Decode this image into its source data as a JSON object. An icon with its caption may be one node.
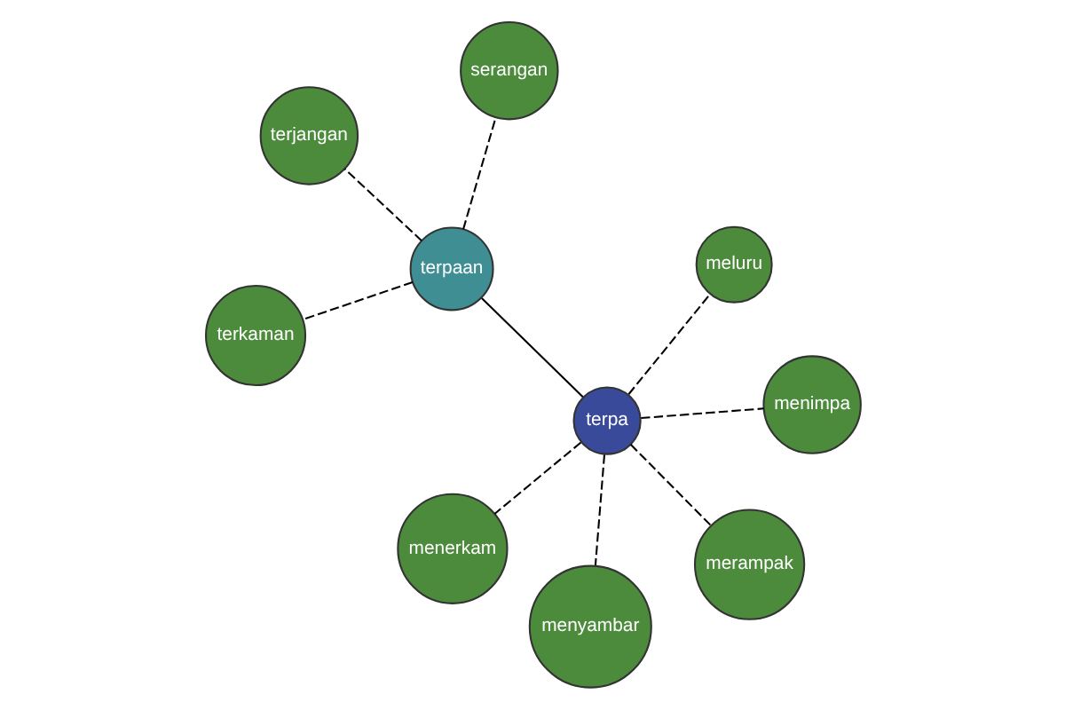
{
  "diagram": {
    "nodes": [
      {
        "text": [
          "menerkam"
        ]
      },
      {
        "text": [
          "serangan"
        ]
      },
      {
        "text": [
          "menyambar"
        ]
      },
      {
        "text": [
          "terpaan"
        ]
      },
      {
        "text": [
          "terpa"
        ]
      },
      {
        "text": [
          "meluru"
        ]
      },
      {
        "text": [
          "terjangan"
        ]
      },
      {
        "text": [
          "menimpa"
        ]
      },
      {
        "text": [
          "terkaman"
        ]
      },
      {
        "text": [
          "merampak"
        ]
      }
    ],
    "edges": [
      {
        "from": 3,
        "to": 4,
        "arrow": "none"
      },
      {
        "from": 4,
        "to": 0,
        "arrow": "none",
        "style": "dashed"
      },
      {
        "from": 4,
        "to": 2,
        "arrow": "none",
        "style": "dashed"
      },
      {
        "from": 4,
        "to": 5,
        "arrow": "none",
        "style": "dashed"
      },
      {
        "from": 4,
        "to": 7,
        "arrow": "none",
        "style": "dashed"
      },
      {
        "from": 4,
        "to": 9,
        "arrow": "none",
        "style": "dashed"
      },
      {
        "from": 3,
        "to": 1,
        "arrow": "none",
        "style": "dashed"
      },
      {
        "from": 3,
        "to": 6,
        "arrow": "none",
        "style": "dashed"
      },
      {
        "from": 3,
        "to": 8,
        "arrow": "none",
        "style": "dashed"
      }
    ]
  }
}
